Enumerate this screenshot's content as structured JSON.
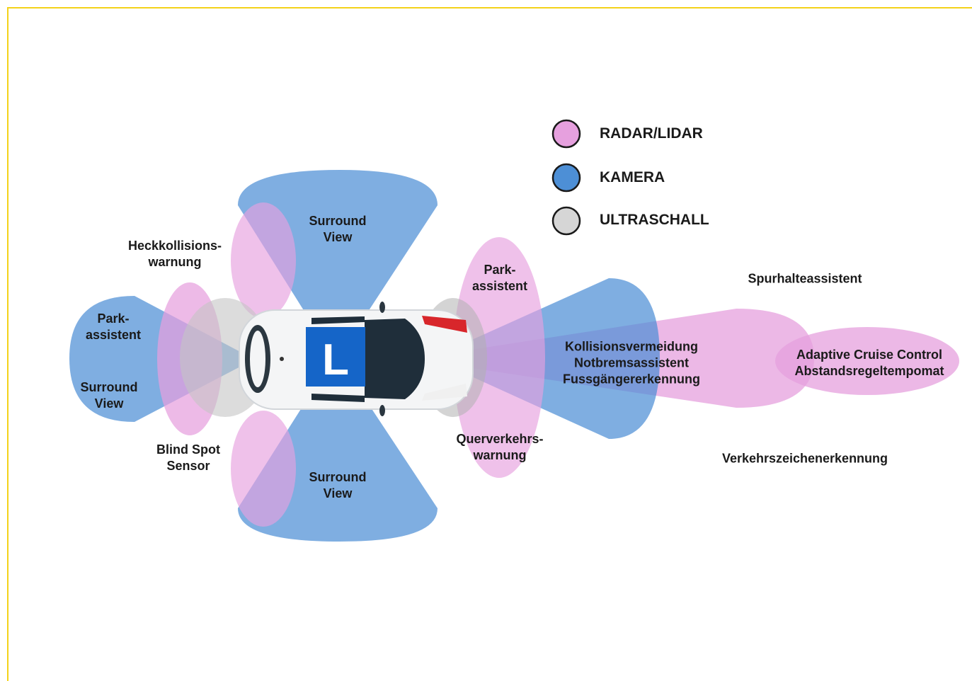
{
  "colors": {
    "radar": "#e6a0de",
    "camera": "#4d8fd6",
    "ultrasonic": "#b8b8b8",
    "frame": "#f4d21a",
    "car_body": "#f4f5f6",
    "windshield": "#1f2e3a",
    "l_sign": "#1565c8",
    "stripe": "#d8262b"
  },
  "legend": [
    {
      "label": "RADAR/LIDAR",
      "color": "#e6a0de"
    },
    {
      "label": "KAMERA",
      "color": "#4d8fd6"
    },
    {
      "label": "ULTRASCHALL",
      "color": "#d6d6d6"
    }
  ],
  "labels": {
    "heckkollision": [
      "Heckkollisions-",
      "warnung"
    ],
    "surround_top": [
      "Surround",
      "View"
    ],
    "surround_bottom": [
      "Surround",
      "View"
    ],
    "park_rear": [
      "Park-",
      "assistent"
    ],
    "surround_rear": [
      "Surround",
      "View"
    ],
    "blind_spot": [
      "Blind Spot",
      "Sensor"
    ],
    "park_front": [
      "Park-",
      "assistent"
    ],
    "querverkehr": [
      "Querverkehrs-",
      "warnung"
    ],
    "kollision": [
      "Kollisionsvermeidung",
      "Notbremsassistent",
      "Fussgängererkennung"
    ],
    "spurhalte": [
      "Spurhalteassistent"
    ],
    "acc": [
      "Adaptive Cruise Control",
      "Abstandsregeltempomat"
    ],
    "verkehrszeichen": [
      "Verkehrszeichenerkennung"
    ]
  },
  "car": {
    "sign_letter": "L"
  }
}
